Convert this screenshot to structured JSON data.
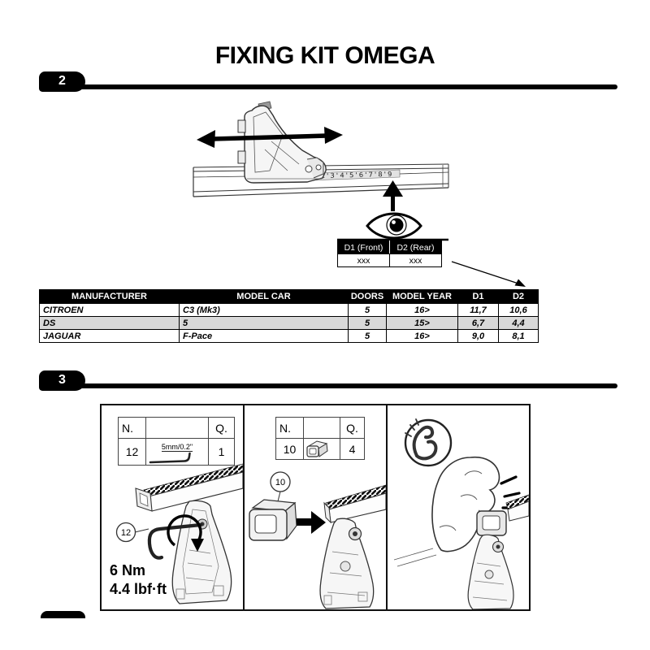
{
  "page": {
    "title": "FIXING KIT OMEGA"
  },
  "colors": {
    "accent": "#000000",
    "table_header_bg": "#000000",
    "row_alt_bg": "#d9d9d9"
  },
  "step2": {
    "label": "2"
  },
  "step3": {
    "label": "3"
  },
  "illustration": {
    "ruler_scale": "1'2'3'4'5'6'7'8'9",
    "mini_table": {
      "col1_header": "D1 (Front)",
      "col2_header": "D2 (Rear)",
      "col1_value": "xxx",
      "col2_value": "xxx"
    }
  },
  "fit_table": {
    "headers": [
      "MANUFACTURER",
      "MODEL CAR",
      "DOORS",
      "MODEL YEAR",
      "D1",
      "D2"
    ],
    "rows": [
      [
        "CITROEN",
        "C3 (Mk3)",
        "5",
        "16>",
        "11,7",
        "10,6"
      ],
      [
        "DS",
        "5",
        "5",
        "15>",
        "6,7",
        "4,4"
      ],
      [
        "JAGUAR",
        "F-Pace",
        "5",
        "16>",
        "9,0",
        "8,1"
      ]
    ]
  },
  "panel_tool": {
    "n_header": "N.",
    "q_header": "Q.",
    "item_no": "12",
    "qty": "1",
    "tool_size": "5mm/0.2\"",
    "callout": "12",
    "torque_metric": "6 Nm",
    "torque_imperial": "4.4 lbf·ft"
  },
  "panel_cap": {
    "n_header": "N.",
    "q_header": "Q.",
    "item_no": "10",
    "qty": "4",
    "callout": "10"
  },
  "icons": {
    "eye_icon": "👁",
    "double_arrow_icon": "↔",
    "up_arrow_icon": "▲",
    "rotation_icon": "⟳",
    "muscle_icon": "💪",
    "hand_icon": "✊"
  }
}
